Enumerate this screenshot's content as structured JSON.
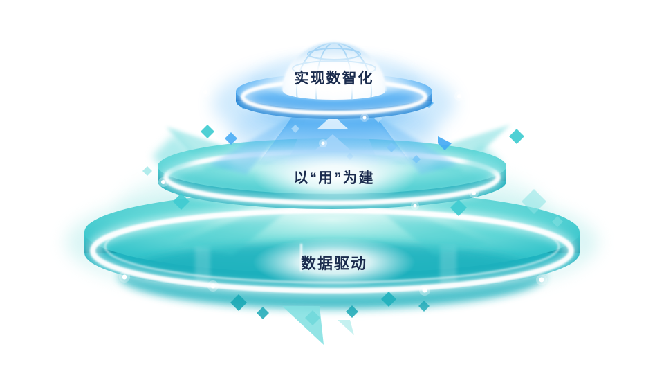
{
  "diagram": {
    "type": "layered-platform",
    "tiers": [
      {
        "id": "top",
        "label": "实现数智化",
        "color": "#2d9cf0"
      },
      {
        "id": "middle",
        "label": "以“用”为建",
        "color": "#35c9cf"
      },
      {
        "id": "bottom",
        "label": "数据驱动",
        "color": "#2cc0c9"
      }
    ],
    "palette": {
      "blue": "#2d9cf0",
      "blue_light": "#a5d8fb",
      "teal": "#35c9cf",
      "teal_dark": "#1fb0bd",
      "teal_light": "#8fe6e3",
      "label_text": "#1a2b4d",
      "background": "#ffffff"
    }
  }
}
